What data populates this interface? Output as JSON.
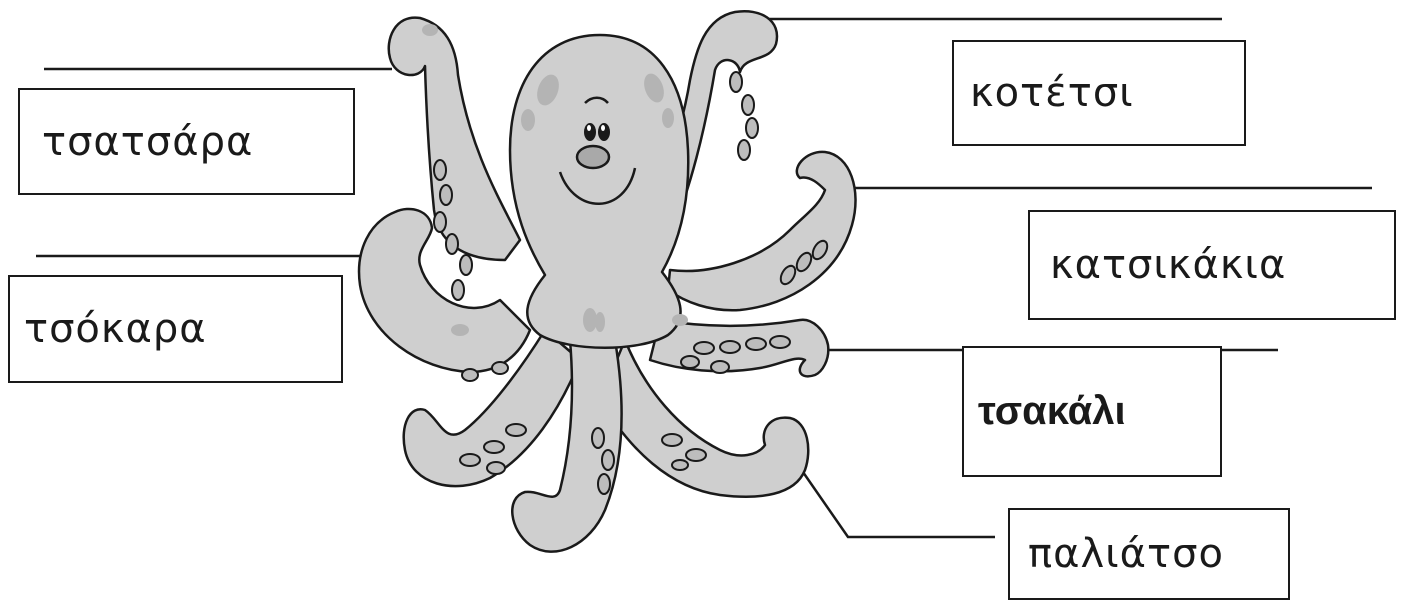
{
  "worksheet": {
    "words": {
      "tsatsara": "τσατσάρα",
      "tsokara": "τσόκαρα",
      "kotetsi": "κοτέτσι",
      "katsikakia": "κατσικάκια",
      "tsakali": "τσακάλι",
      "paliatso": "παλιάτσο"
    },
    "illustration": {
      "subject": "octopus",
      "colors": {
        "body": "#cfcfcf",
        "spots": "#b4b4b4",
        "suckers": "#bdbdbd",
        "outline": "#1a1a1a",
        "nose": "#a9a9a9",
        "lines": "#1a1a1a"
      }
    }
  }
}
